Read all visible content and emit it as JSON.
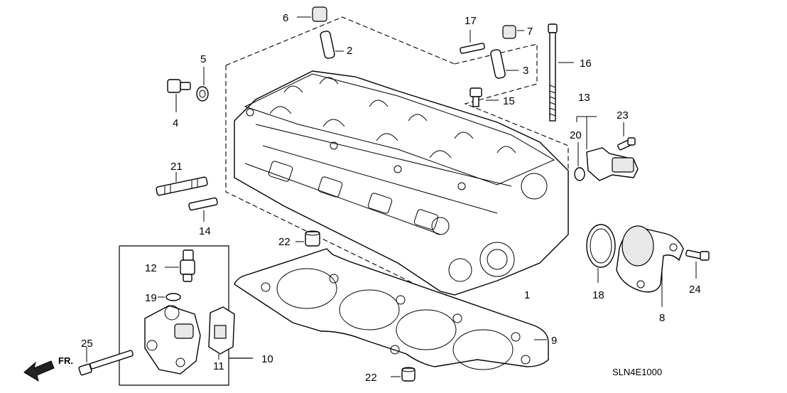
{
  "diagram": {
    "code": "SLN4E1000",
    "front_label": "FR.",
    "callouts": {
      "c1": "1",
      "c2": "2",
      "c3": "3",
      "c4": "4",
      "c5": "5",
      "c6": "6",
      "c7": "7",
      "c8": "8",
      "c9": "9",
      "c10": "10",
      "c11": "11",
      "c12": "12",
      "c13": "13",
      "c14": "14",
      "c15": "15",
      "c16": "16",
      "c17": "17",
      "c18": "18",
      "c19": "19",
      "c20": "20",
      "c21": "21",
      "c22a": "22",
      "c22b": "22",
      "c23": "23",
      "c24": "24",
      "c25": "25"
    }
  }
}
